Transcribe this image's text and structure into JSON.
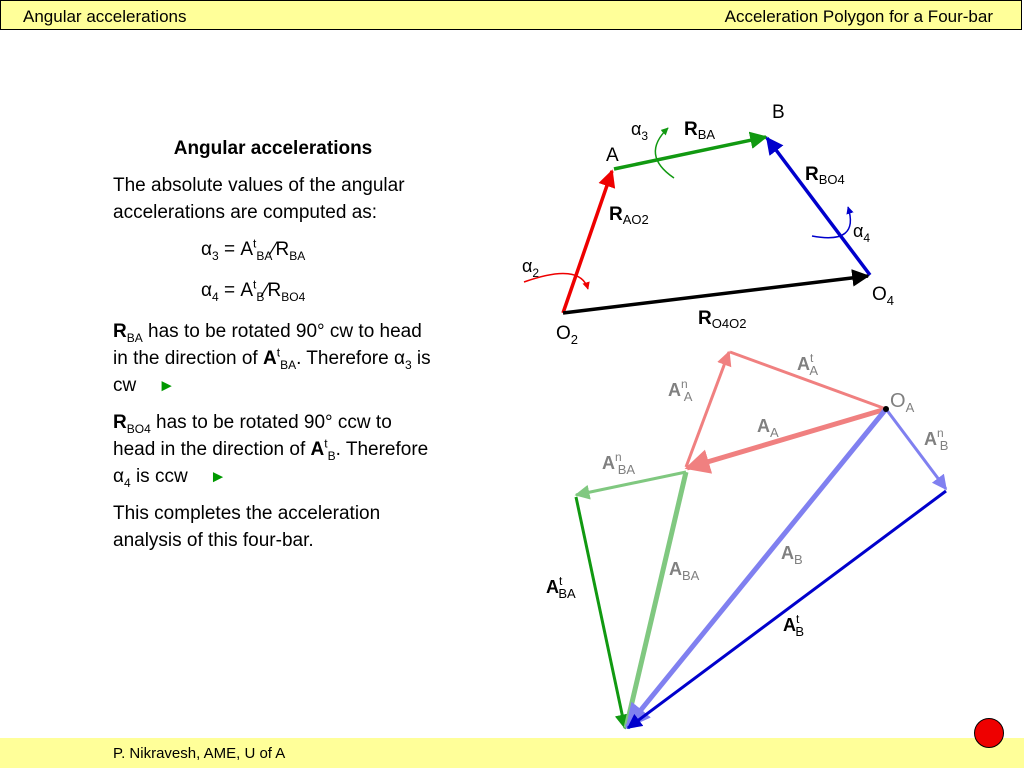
{
  "header": {
    "left_title": "Angular accelerations",
    "right_title": "Acceleration Polygon for a Four-bar"
  },
  "footer": {
    "credit": "P. Nikravesh, AME, U of A"
  },
  "text": {
    "heading": "Angular accelerations",
    "intro": "The absolute values of the angular accelerations are computed as:",
    "eq1": {
      "lhs": "α",
      "lhs_sub": "3",
      "eq": " = A",
      "sup": "t",
      "sub": "BA",
      "div": "⁄R",
      "sub2": "BA"
    },
    "eq2": {
      "lhs": "α",
      "lhs_sub": "4",
      "eq": " = A",
      "sup": "t",
      "sub": "B",
      "div": "⁄R",
      "sub2": "BO4"
    },
    "p1": {
      "R": "R",
      "R_sub": "BA",
      "t1": " has to be rotated 90° cw to head in the direction of ",
      "A": "A",
      "A_sup": "t",
      "A_sub": "BA",
      "t2": ". Therefore α",
      "alpha_sub": "3",
      "t3": " is cw"
    },
    "p2": {
      "R": "R",
      "R_sub": "BO4",
      "t1": " has to be rotated 90° ccw to head in the direction of ",
      "A": "A",
      "A_sup": "t",
      "A_sub": "B",
      "t2": ". Therefore α",
      "alpha_sub": "4",
      "t3": " is ccw"
    },
    "conclusion": "This completes the acceleration analysis of this four-bar.",
    "play_glyph": "►"
  },
  "mechanism": {
    "points": {
      "A": "A",
      "B": "B",
      "O2": "O",
      "O2_sub": "2",
      "O4": "O",
      "O4_sub": "4"
    },
    "alpha2": {
      "sym": "α",
      "sub": "2"
    },
    "alpha3": {
      "sym": "α",
      "sub": "3"
    },
    "alpha4": {
      "sym": "α",
      "sub": "4"
    },
    "R_BA": {
      "R": "R",
      "sub": "BA"
    },
    "R_BO4": {
      "R": "R",
      "sub": "BO4"
    },
    "R_AO2": {
      "R": "R",
      "sub": "AO2"
    },
    "R_O4O2": {
      "R": "R",
      "sub": "O4O2"
    }
  },
  "polygon": {
    "OA": {
      "O": "O",
      "sub": "A"
    },
    "AtA": {
      "A": "A",
      "sup": "t",
      "sub": "A"
    },
    "AnA": {
      "A": "A",
      "sup": "n",
      "sub": "A"
    },
    "AA": {
      "A": "A",
      "sub": "A"
    },
    "AnB": {
      "A": "A",
      "sup": "n",
      "sub": "B"
    },
    "AnBA": {
      "A": "A",
      "sup": "n",
      "sub": "BA"
    },
    "AtBA": {
      "A": "A",
      "sup": "t",
      "sub": "BA"
    },
    "ABA": {
      "A": "A",
      "sub": "BA"
    },
    "AB": {
      "A": "A",
      "sub": "B"
    },
    "AtB": {
      "A": "A",
      "sup": "t",
      "sub": "B"
    }
  },
  "colors": {
    "red": "#ee0000",
    "green": "#119911",
    "blue": "#0000cc",
    "black": "#000000",
    "pink": "#f08080",
    "light_green": "#80c880",
    "light_blue": "#8080f0",
    "gray_text": "#808080",
    "bar": "#ffff99"
  }
}
